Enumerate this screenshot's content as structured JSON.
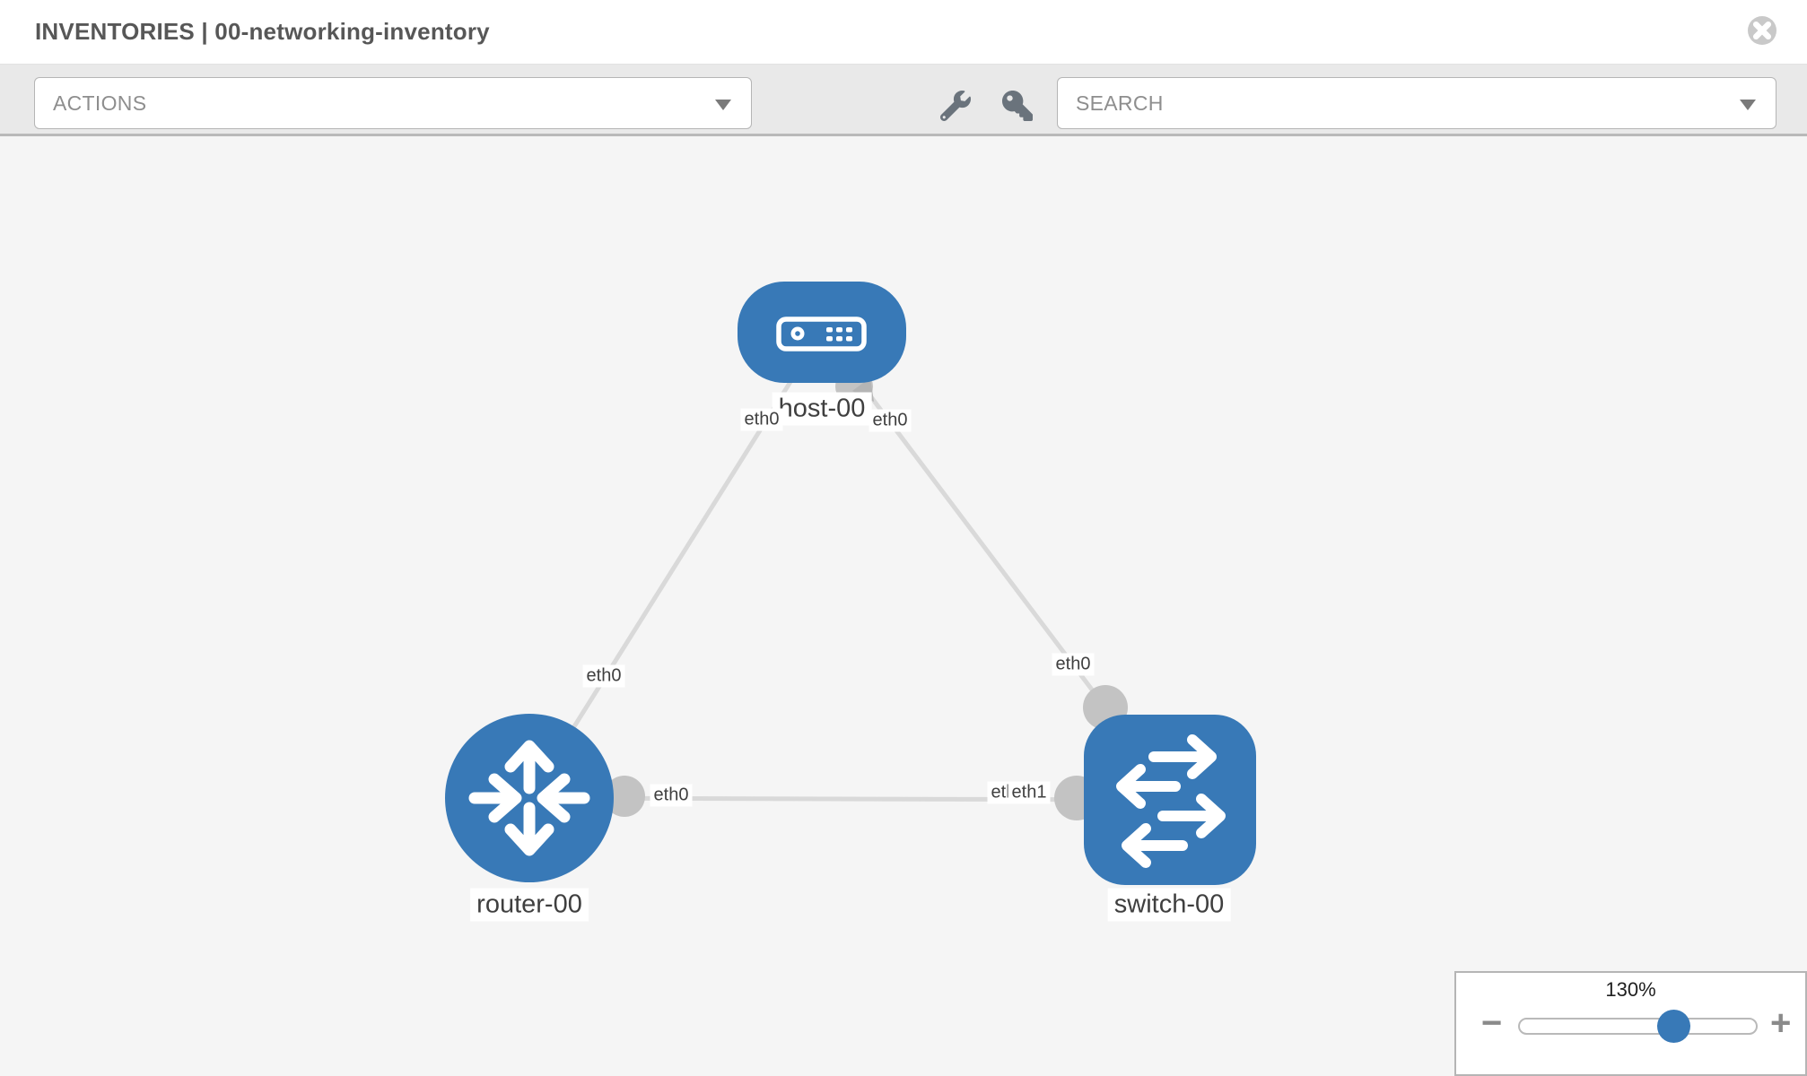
{
  "header": {
    "title": "INVENTORIES | 00-networking-inventory"
  },
  "toolbar": {
    "actions_label": "ACTIONS",
    "search_placeholder": "SEARCH"
  },
  "topology": {
    "nodes": [
      {
        "label": "host-00",
        "type": "host"
      },
      {
        "label": "router-00",
        "type": "router"
      },
      {
        "label": "switch-00",
        "type": "switch"
      }
    ],
    "links": [
      {
        "from": "host-00",
        "from_interface": "eth0",
        "to": "router-00",
        "to_interface": "eth0"
      },
      {
        "from": "host-00",
        "from_interface": "eth0",
        "to": "switch-00",
        "to_interface": "eth0"
      },
      {
        "from": "router-00",
        "from_interface": "eth0",
        "to": "switch-00",
        "to_interface": "eth1"
      }
    ],
    "canvas_labels": [
      {
        "text": "host-00",
        "kind": "node"
      },
      {
        "text": "eth0",
        "kind": "interface"
      },
      {
        "text": "eth0",
        "kind": "interface"
      },
      {
        "text": "eth0",
        "kind": "interface"
      },
      {
        "text": "eth0",
        "kind": "interface"
      },
      {
        "text": "eth0",
        "kind": "interface"
      },
      {
        "text": "eth0",
        "kind": "interface"
      },
      {
        "text": "eth1",
        "kind": "interface"
      },
      {
        "text": "router-00",
        "kind": "node"
      },
      {
        "text": "switch-00",
        "kind": "node"
      }
    ]
  },
  "zoom_control": {
    "level": "130%",
    "minus_label": "−",
    "plus_label": "+"
  },
  "colors": {
    "node_blue": "#3879b7",
    "port_gray": "#c3c3c3",
    "link_gray": "#d9d9d9",
    "toolbar_gray": "#e9e9e9",
    "canvas_bg": "#f5f5f5"
  }
}
